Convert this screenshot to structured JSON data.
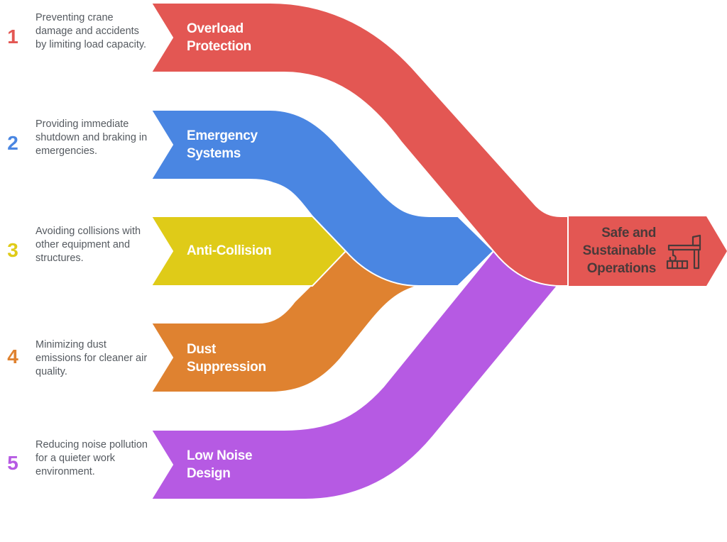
{
  "colors": {
    "overload": "#e35753",
    "emergency": "#4a86e2",
    "anti_collision": "#dfcb18",
    "dust": "#df8230",
    "noise": "#b65ae3",
    "output_text": "#4a3a3a",
    "description_text": "#555a60"
  },
  "items": [
    {
      "number": "1",
      "label_line1": "Overload",
      "label_line2": "Protection",
      "description": "Preventing crane damage and accidents by limiting load capacity."
    },
    {
      "number": "2",
      "label_line1": "Emergency",
      "label_line2": "Systems",
      "description": "Providing immediate shutdown and braking in emergencies."
    },
    {
      "number": "3",
      "label_line1": "Anti-Collision",
      "label_line2": "",
      "description": "Avoiding collisions with other equipment and structures."
    },
    {
      "number": "4",
      "label_line1": "Dust",
      "label_line2": "Suppression",
      "description": "Minimizing dust emissions for cleaner air quality."
    },
    {
      "number": "5",
      "label_line1": "Low Noise",
      "label_line2": "Design",
      "description": "Reducing noise pollution for a quieter work environment."
    }
  ],
  "output": {
    "line1": "Safe and",
    "line2": "Sustainable",
    "line3": "Operations",
    "icon": "crane-icon"
  }
}
